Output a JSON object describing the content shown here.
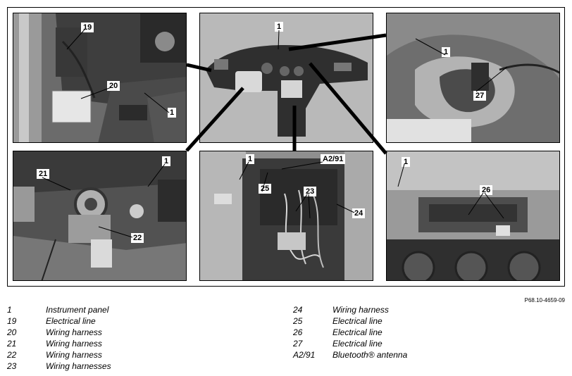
{
  "panels": [
    {
      "id": "p1",
      "callouts": [
        "19",
        "20",
        "1"
      ]
    },
    {
      "id": "p2",
      "callouts": [
        "1"
      ]
    },
    {
      "id": "p3",
      "callouts": [
        "1",
        "27"
      ]
    },
    {
      "id": "p4",
      "callouts": [
        "1",
        "21",
        "22"
      ]
    },
    {
      "id": "p5",
      "callouts": [
        "1",
        "A2/91",
        "25",
        "23",
        "24"
      ]
    },
    {
      "id": "p6",
      "callouts": [
        "1",
        "26"
      ]
    }
  ],
  "reference": "P68.10-4659-09",
  "legend_left": [
    {
      "num": "1",
      "desc": "Instrument panel"
    },
    {
      "num": "19",
      "desc": "Electrical line"
    },
    {
      "num": "20",
      "desc": "Wiring harness"
    },
    {
      "num": "21",
      "desc": "Wiring harness"
    },
    {
      "num": "22",
      "desc": "Wiring harness"
    },
    {
      "num": "23",
      "desc": "Wiring harnesses"
    }
  ],
  "legend_right": [
    {
      "num": "24",
      "desc": "Wiring harness"
    },
    {
      "num": "25",
      "desc": "Electrical line"
    },
    {
      "num": "26",
      "desc": "Electrical line"
    },
    {
      "num": "27",
      "desc": "Electrical line"
    },
    {
      "num": "A2/91",
      "desc": "Bluetooth® antenna"
    }
  ]
}
